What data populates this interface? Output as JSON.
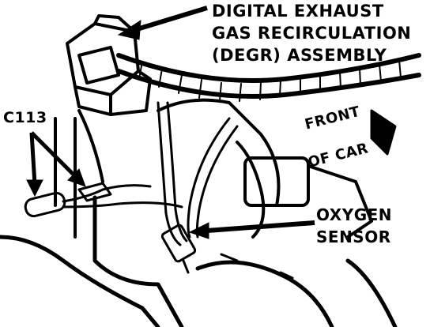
{
  "labels": {
    "degr_line1": "DIGITAL EXHAUST",
    "degr_line2": "GAS RECIRCULATION",
    "degr_line3": "(DEGR) ASSEMBLY",
    "connector": "C113",
    "front_line1": "FRONT",
    "front_line2": "OF CAR",
    "sensor_line1": "OXYGEN",
    "sensor_line2": "SENSOR"
  },
  "colors": {
    "ink": "#000000",
    "paper": "#ffffff"
  }
}
